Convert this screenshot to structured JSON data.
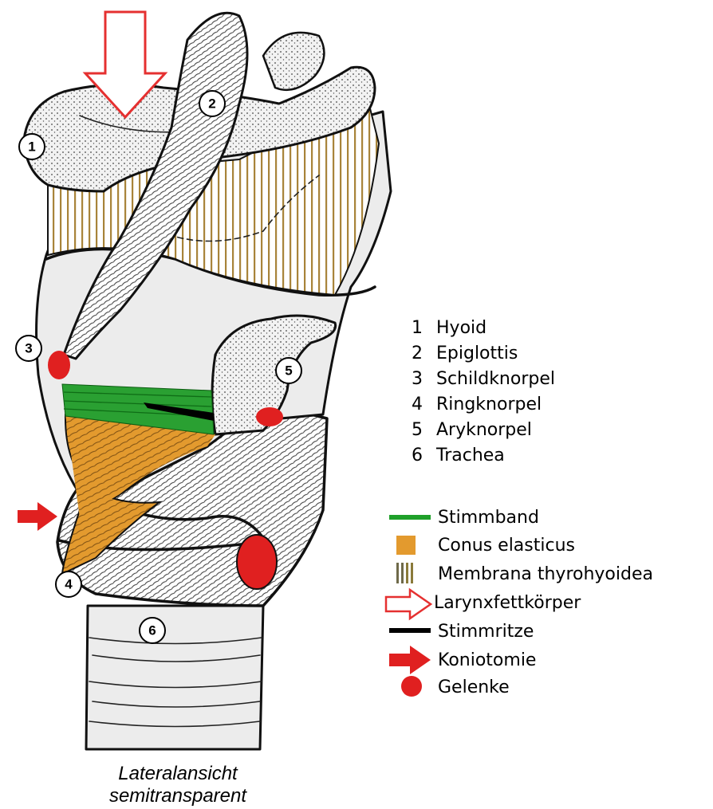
{
  "labels": {
    "hyoid_marker": "1",
    "epiglottis_marker": "2",
    "thyroid_marker": "3",
    "cricoid_marker": "4",
    "arytenoid_marker": "5",
    "trachea_marker": "6"
  },
  "structure_list": [
    {
      "num": "1",
      "label": "Hyoid"
    },
    {
      "num": "2",
      "label": "Epiglottis"
    },
    {
      "num": "3",
      "label": "Schildknorpel"
    },
    {
      "num": "4",
      "label": "Ringknorpel"
    },
    {
      "num": "5",
      "label": "Aryknorpel"
    },
    {
      "num": "6",
      "label": "Trachea"
    }
  ],
  "legend": [
    {
      "label": "Stimmband",
      "color": "#1fa02a",
      "icon": "green-line"
    },
    {
      "label": "Conus elasticus",
      "color": "#e39a2e",
      "icon": "orange-square"
    },
    {
      "label": "Membrana thyrohyoidea",
      "color": "#8a7a3a",
      "icon": "vertical-stripes"
    },
    {
      "label": "Larynxfettkörper",
      "color": "#e53030",
      "icon": "hollow-arrow"
    },
    {
      "label": "Stimmritze",
      "color": "#000000",
      "icon": "black-line"
    },
    {
      "label": "Koniotomie",
      "color": "#e02020",
      "icon": "red-arrow"
    },
    {
      "label": "Gelenke",
      "color": "#e02020",
      "icon": "red-dot"
    }
  ],
  "caption": {
    "line1": "Lateralansicht",
    "line2": "semitransparent"
  },
  "colors": {
    "membrane": "#b08a3a",
    "vocal_cord": "#22a02a",
    "conus": "#e39a2e",
    "joint": "#e02020",
    "arrow_outline": "#e53030"
  }
}
